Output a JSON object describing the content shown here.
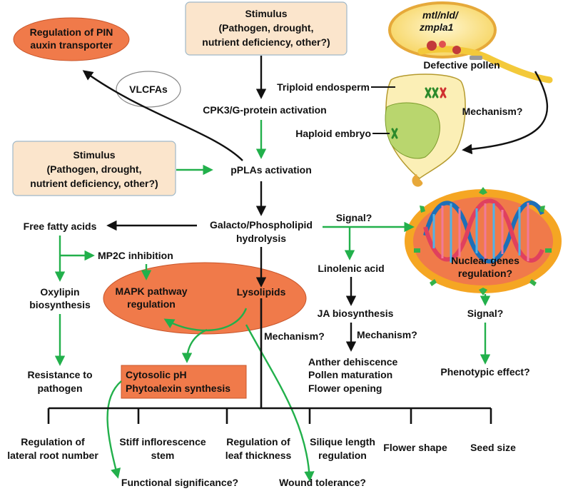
{
  "colors": {
    "green_arrow": "#22b04b",
    "black_arrow": "#111111",
    "orange_box": "#f07a4a",
    "beige_box": "#fbe5cc",
    "beige_border": "#9fb8c8",
    "nucleus_rim": "#f5a623",
    "nucleus_fill": "#f07a4a",
    "seed_fill": "#fbefb6",
    "embryo_fill": "#b9d66e"
  },
  "icons": {
    "chromosomes": "chromosome-icon",
    "dna": "dna-helix-icon",
    "pollen": "pollen-grain-icon",
    "seed": "seed-icon",
    "pores": "nuclear-pore-icon"
  },
  "nodes": {
    "regulation_pin_line1": "Regulation of PIN",
    "regulation_pin_line2": "auxin transporter",
    "stimulus_top_line1": "Stimulus",
    "stimulus_top_line2": "(Pathogen, drought,",
    "stimulus_top_line3": "nutrient deficiency, other?)",
    "pollen_genotype_line1": "mtl/nld/",
    "pollen_genotype_line2": "zmpla1",
    "defective_pollen": "Defective pollen",
    "vlcfas": "VLCFAs",
    "triploid_endosperm": "Triploid endosperm",
    "cpk3": "CPK3/G-protein activation",
    "mechanism_right": "Mechanism?",
    "haploid_embryo": "Haploid embryo",
    "stimulus_left_line1": "Stimulus",
    "stimulus_left_line2": "(Pathogen, drought,",
    "stimulus_left_line3": "nutrient deficiency, other?)",
    "pplas": "pPLAs activation",
    "free_fatty_acids": "Free fatty acids",
    "hydrolysis_line1": "Galacto/Phospholipid",
    "hydrolysis_line2": "hydrolysis",
    "signal_top": "Signal?",
    "nuclear_line1": "Nuclear genes",
    "nuclear_line2": "regulation?",
    "mp2c": "MP2C inhibition",
    "linolenic": "Linolenic acid",
    "oxylipin_line1": "Oxylipin",
    "oxylipin_line2": "biosynthesis",
    "mapk_line1": "MAPK pathway",
    "mapk_line2": "regulation",
    "lysolipids": "Lysolipids",
    "ja": "JA biosynthesis",
    "signal_right": "Signal?",
    "mechanism_mid": "Mechanism?",
    "mechanism_ja": "Mechanism?",
    "anther": "Anther dehiscence",
    "pollen_maturation": "Pollen maturation",
    "flower_opening": "Flower opening",
    "resistance_line1": "Resistance to",
    "resistance_line2": "pathogen",
    "cytosolic_line1": "Cytosolic pH",
    "cytosolic_line2": "Phytoalexin synthesis",
    "phenotypic": "Phenotypic effect?",
    "functional": "Functional significance?",
    "wound": "Wound tolerance?"
  },
  "outcomes": [
    {
      "line1": "Regulation of",
      "line2": "lateral root number"
    },
    {
      "line1": "Stiff inflorescence",
      "line2": "stem"
    },
    {
      "line1": "Regulation of",
      "line2": "leaf thickness"
    },
    {
      "line1": "Silique length",
      "line2": "regulation"
    },
    {
      "line1": "Flower shape",
      "line2": ""
    },
    {
      "line1": "Seed size",
      "line2": ""
    }
  ]
}
